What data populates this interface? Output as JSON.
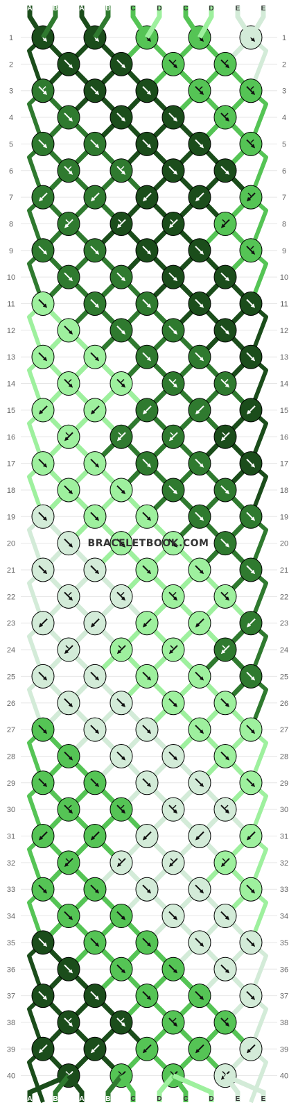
{
  "watermark": "BRACELETBOOK.COM",
  "colors": {
    "A": "#1b4d1b",
    "B": "#2f7a2f",
    "C": "#55c455",
    "D": "#9ef09e",
    "E": "#d3ebd8"
  },
  "strands_top": [
    "A",
    "B",
    "A",
    "B",
    "C",
    "D",
    "C",
    "D",
    "E",
    "E"
  ],
  "strands_bottom": [
    "A",
    "B",
    "A",
    "B",
    "C",
    "D",
    "C",
    "D",
    "E",
    "E"
  ],
  "rows": [
    {
      "n": "1",
      "knots": [
        {
          "c": "A",
          "d": "f"
        },
        {
          "c": "A",
          "d": "f"
        },
        {
          "c": "C",
          "d": "bf"
        },
        {
          "c": "C",
          "d": "bf"
        },
        {
          "c": "E",
          "d": "f"
        }
      ]
    },
    {
      "n": "2",
      "knots": [
        {
          "c": "A",
          "d": "f"
        },
        {
          "c": "A",
          "d": "f"
        },
        {
          "c": "C",
          "d": "bf"
        },
        {
          "c": "C",
          "d": "bf"
        }
      ]
    },
    {
      "n": "3",
      "knots": [
        {
          "c": "B",
          "d": "bf"
        },
        {
          "c": "A",
          "d": "f"
        },
        {
          "c": "A",
          "d": "f"
        },
        {
          "c": "C",
          "d": "bf"
        },
        {
          "c": "C",
          "d": "bf"
        }
      ]
    },
    {
      "n": "4",
      "knots": [
        {
          "c": "B",
          "d": "f"
        },
        {
          "c": "A",
          "d": "f"
        },
        {
          "c": "A",
          "d": "f"
        },
        {
          "c": "C",
          "d": "bf"
        }
      ]
    },
    {
      "n": "5",
      "knots": [
        {
          "c": "B",
          "d": "f"
        },
        {
          "c": "B",
          "d": "f"
        },
        {
          "c": "A",
          "d": "f"
        },
        {
          "c": "A",
          "d": "f"
        },
        {
          "c": "C",
          "d": "bf"
        }
      ]
    },
    {
      "n": "6",
      "knots": [
        {
          "c": "B",
          "d": "bf"
        },
        {
          "c": "B",
          "d": "bf"
        },
        {
          "c": "A",
          "d": "f"
        },
        {
          "c": "A",
          "d": "f"
        }
      ]
    },
    {
      "n": "7",
      "knots": [
        {
          "c": "B",
          "d": "b"
        },
        {
          "c": "B",
          "d": "b"
        },
        {
          "c": "A",
          "d": "b"
        },
        {
          "c": "A",
          "d": "b"
        },
        {
          "c": "C",
          "d": "fb"
        }
      ]
    },
    {
      "n": "8",
      "knots": [
        {
          "c": "B",
          "d": "fb"
        },
        {
          "c": "A",
          "d": "fb"
        },
        {
          "c": "A",
          "d": "fb"
        },
        {
          "c": "C",
          "d": "fb"
        }
      ]
    },
    {
      "n": "9",
      "knots": [
        {
          "c": "B",
          "d": "f"
        },
        {
          "c": "B",
          "d": "f"
        },
        {
          "c": "A",
          "d": "f"
        },
        {
          "c": "A",
          "d": "f"
        },
        {
          "c": "C",
          "d": "bf"
        }
      ]
    },
    {
      "n": "10",
      "knots": [
        {
          "c": "B",
          "d": "f"
        },
        {
          "c": "B",
          "d": "f"
        },
        {
          "c": "A",
          "d": "f"
        },
        {
          "c": "A",
          "d": "f"
        }
      ]
    },
    {
      "n": "11",
      "knots": [
        {
          "c": "D",
          "d": "f"
        },
        {
          "c": "B",
          "d": "f"
        },
        {
          "c": "B",
          "d": "f"
        },
        {
          "c": "A",
          "d": "f"
        },
        {
          "c": "A",
          "d": "f"
        }
      ]
    },
    {
      "n": "12",
      "knots": [
        {
          "c": "D",
          "d": "f"
        },
        {
          "c": "B",
          "d": "f"
        },
        {
          "c": "B",
          "d": "f"
        },
        {
          "c": "A",
          "d": "f"
        }
      ]
    },
    {
      "n": "13",
      "knots": [
        {
          "c": "D",
          "d": "f"
        },
        {
          "c": "D",
          "d": "f"
        },
        {
          "c": "B",
          "d": "f"
        },
        {
          "c": "B",
          "d": "f"
        },
        {
          "c": "A",
          "d": "f"
        }
      ]
    },
    {
      "n": "14",
      "knots": [
        {
          "c": "D",
          "d": "bf"
        },
        {
          "c": "D",
          "d": "bf"
        },
        {
          "c": "B",
          "d": "bf"
        },
        {
          "c": "B",
          "d": "bf"
        }
      ]
    },
    {
      "n": "15",
      "knots": [
        {
          "c": "D",
          "d": "b"
        },
        {
          "c": "D",
          "d": "b"
        },
        {
          "c": "B",
          "d": "b"
        },
        {
          "c": "B",
          "d": "b"
        },
        {
          "c": "A",
          "d": "b"
        }
      ]
    },
    {
      "n": "16",
      "knots": [
        {
          "c": "D",
          "d": "fb"
        },
        {
          "c": "B",
          "d": "fb"
        },
        {
          "c": "B",
          "d": "fb"
        },
        {
          "c": "A",
          "d": "fb"
        }
      ]
    },
    {
      "n": "17",
      "knots": [
        {
          "c": "D",
          "d": "f"
        },
        {
          "c": "D",
          "d": "f"
        },
        {
          "c": "B",
          "d": "f"
        },
        {
          "c": "B",
          "d": "f"
        },
        {
          "c": "A",
          "d": "f"
        }
      ]
    },
    {
      "n": "18",
      "knots": [
        {
          "c": "D",
          "d": "f"
        },
        {
          "c": "D",
          "d": "f"
        },
        {
          "c": "B",
          "d": "f"
        },
        {
          "c": "B",
          "d": "f"
        }
      ]
    },
    {
      "n": "19",
      "knots": [
        {
          "c": "E",
          "d": "f"
        },
        {
          "c": "D",
          "d": "f"
        },
        {
          "c": "D",
          "d": "f"
        },
        {
          "c": "B",
          "d": "f"
        },
        {
          "c": "B",
          "d": "f"
        }
      ]
    },
    {
      "n": "20",
      "knots": [
        {
          "c": "E",
          "d": "f"
        },
        {
          "c": "D",
          "d": "f"
        },
        {
          "c": "D",
          "d": "f"
        },
        {
          "c": "B",
          "d": "f"
        }
      ]
    },
    {
      "n": "21",
      "knots": [
        {
          "c": "E",
          "d": "f"
        },
        {
          "c": "E",
          "d": "f"
        },
        {
          "c": "D",
          "d": "f"
        },
        {
          "c": "D",
          "d": "f"
        },
        {
          "c": "B",
          "d": "f"
        }
      ]
    },
    {
      "n": "22",
      "knots": [
        {
          "c": "E",
          "d": "bf"
        },
        {
          "c": "E",
          "d": "bf"
        },
        {
          "c": "D",
          "d": "bf"
        },
        {
          "c": "D",
          "d": "bf"
        }
      ]
    },
    {
      "n": "23",
      "knots": [
        {
          "c": "E",
          "d": "b"
        },
        {
          "c": "E",
          "d": "b"
        },
        {
          "c": "D",
          "d": "b"
        },
        {
          "c": "D",
          "d": "b"
        },
        {
          "c": "B",
          "d": "b"
        }
      ]
    },
    {
      "n": "24",
      "knots": [
        {
          "c": "E",
          "d": "fb"
        },
        {
          "c": "D",
          "d": "fb"
        },
        {
          "c": "D",
          "d": "fb"
        },
        {
          "c": "B",
          "d": "fb"
        }
      ]
    },
    {
      "n": "25",
      "knots": [
        {
          "c": "E",
          "d": "f"
        },
        {
          "c": "E",
          "d": "f"
        },
        {
          "c": "D",
          "d": "f"
        },
        {
          "c": "D",
          "d": "f"
        },
        {
          "c": "B",
          "d": "f"
        }
      ]
    },
    {
      "n": "26",
      "knots": [
        {
          "c": "E",
          "d": "f"
        },
        {
          "c": "E",
          "d": "f"
        },
        {
          "c": "D",
          "d": "f"
        },
        {
          "c": "D",
          "d": "f"
        }
      ]
    },
    {
      "n": "27",
      "knots": [
        {
          "c": "C",
          "d": "f"
        },
        {
          "c": "E",
          "d": "f"
        },
        {
          "c": "E",
          "d": "f"
        },
        {
          "c": "D",
          "d": "f"
        },
        {
          "c": "D",
          "d": "f"
        }
      ]
    },
    {
      "n": "28",
      "knots": [
        {
          "c": "C",
          "d": "f"
        },
        {
          "c": "E",
          "d": "f"
        },
        {
          "c": "E",
          "d": "f"
        },
        {
          "c": "D",
          "d": "f"
        }
      ]
    },
    {
      "n": "29",
      "knots": [
        {
          "c": "C",
          "d": "f"
        },
        {
          "c": "C",
          "d": "f"
        },
        {
          "c": "E",
          "d": "f"
        },
        {
          "c": "E",
          "d": "f"
        },
        {
          "c": "D",
          "d": "f"
        }
      ]
    },
    {
      "n": "30",
      "knots": [
        {
          "c": "C",
          "d": "bf"
        },
        {
          "c": "C",
          "d": "bf"
        },
        {
          "c": "E",
          "d": "bf"
        },
        {
          "c": "E",
          "d": "bf"
        }
      ]
    },
    {
      "n": "31",
      "knots": [
        {
          "c": "C",
          "d": "b"
        },
        {
          "c": "C",
          "d": "b"
        },
        {
          "c": "E",
          "d": "b"
        },
        {
          "c": "E",
          "d": "b"
        },
        {
          "c": "D",
          "d": "b"
        }
      ]
    },
    {
      "n": "32",
      "knots": [
        {
          "c": "C",
          "d": "fb"
        },
        {
          "c": "E",
          "d": "fb"
        },
        {
          "c": "E",
          "d": "fb"
        },
        {
          "c": "D",
          "d": "fb"
        }
      ]
    },
    {
      "n": "33",
      "knots": [
        {
          "c": "C",
          "d": "f"
        },
        {
          "c": "C",
          "d": "f"
        },
        {
          "c": "E",
          "d": "f"
        },
        {
          "c": "E",
          "d": "f"
        },
        {
          "c": "D",
          "d": "f"
        }
      ]
    },
    {
      "n": "34",
      "knots": [
        {
          "c": "C",
          "d": "f"
        },
        {
          "c": "C",
          "d": "f"
        },
        {
          "c": "E",
          "d": "f"
        },
        {
          "c": "E",
          "d": "f"
        }
      ]
    },
    {
      "n": "35",
      "knots": [
        {
          "c": "A",
          "d": "f"
        },
        {
          "c": "C",
          "d": "f"
        },
        {
          "c": "C",
          "d": "f"
        },
        {
          "c": "E",
          "d": "f"
        },
        {
          "c": "E",
          "d": "f"
        }
      ]
    },
    {
      "n": "36",
      "knots": [
        {
          "c": "A",
          "d": "f"
        },
        {
          "c": "C",
          "d": "f"
        },
        {
          "c": "C",
          "d": "f"
        },
        {
          "c": "E",
          "d": "f"
        }
      ]
    },
    {
      "n": "37",
      "knots": [
        {
          "c": "A",
          "d": "f"
        },
        {
          "c": "A",
          "d": "f"
        },
        {
          "c": "C",
          "d": "f"
        },
        {
          "c": "C",
          "d": "f"
        },
        {
          "c": "E",
          "d": "f"
        }
      ]
    },
    {
      "n": "38",
      "knots": [
        {
          "c": "A",
          "d": "bf"
        },
        {
          "c": "A",
          "d": "bf"
        },
        {
          "c": "C",
          "d": "bf"
        },
        {
          "c": "C",
          "d": "bf"
        }
      ]
    },
    {
      "n": "39",
      "knots": [
        {
          "c": "A",
          "d": "b"
        },
        {
          "c": "A",
          "d": "b"
        },
        {
          "c": "C",
          "d": "b"
        },
        {
          "c": "C",
          "d": "b"
        },
        {
          "c": "E",
          "d": "b"
        }
      ]
    },
    {
      "n": "40",
      "knots": [
        {
          "c": "A",
          "d": "fb"
        },
        {
          "c": "C",
          "d": "fb"
        },
        {
          "c": "C",
          "d": "fb"
        },
        {
          "c": "E",
          "d": "fb"
        }
      ]
    }
  ]
}
